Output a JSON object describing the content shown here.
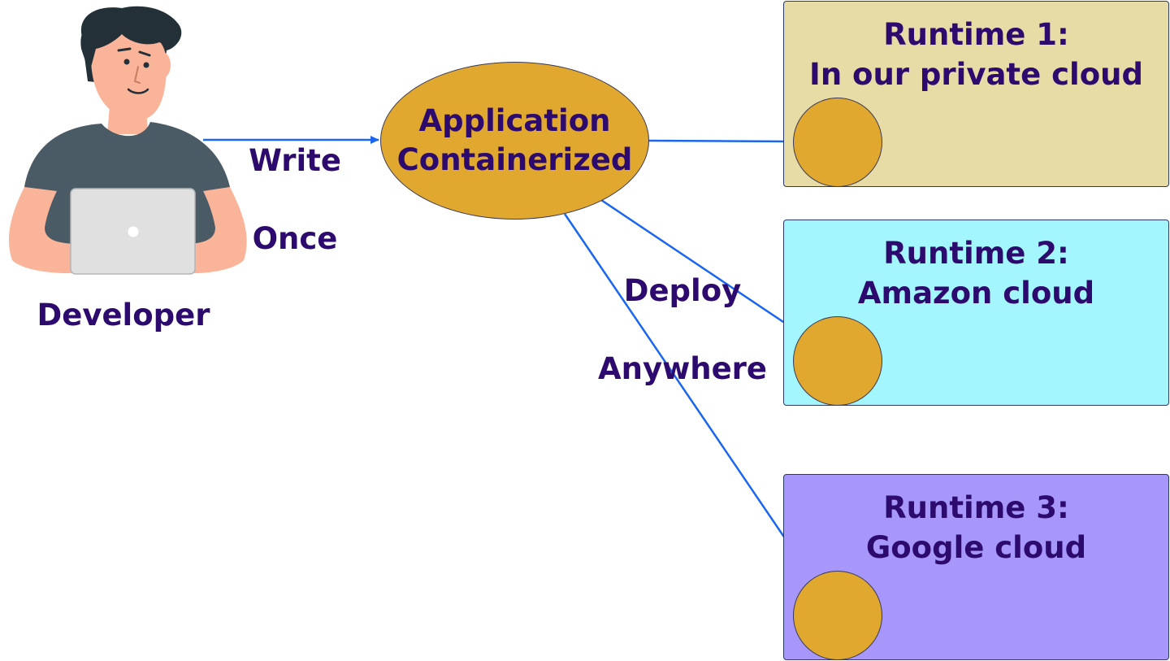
{
  "developer": {
    "label": "Developer"
  },
  "write_label": {
    "line1": "Write",
    "line2": "Once"
  },
  "application": {
    "line1": "Application",
    "line2": "Containerized"
  },
  "deploy_label": {
    "line1": "Deploy",
    "line2": "Anywhere"
  },
  "runtimes": [
    {
      "title_line1": "Runtime 1:",
      "title_line2": "In our private cloud",
      "color": "#e8dca6"
    },
    {
      "title_line1": "Runtime 2:",
      "title_line2": "Amazon cloud",
      "color": "#a3f6fb"
    },
    {
      "title_line1": "Runtime 3:",
      "title_line2": "Google cloud",
      "color": "#a797fb"
    }
  ],
  "colors": {
    "arrow": "#1a66f0",
    "text": "#2d0a6e",
    "container": "#e0a82e"
  }
}
